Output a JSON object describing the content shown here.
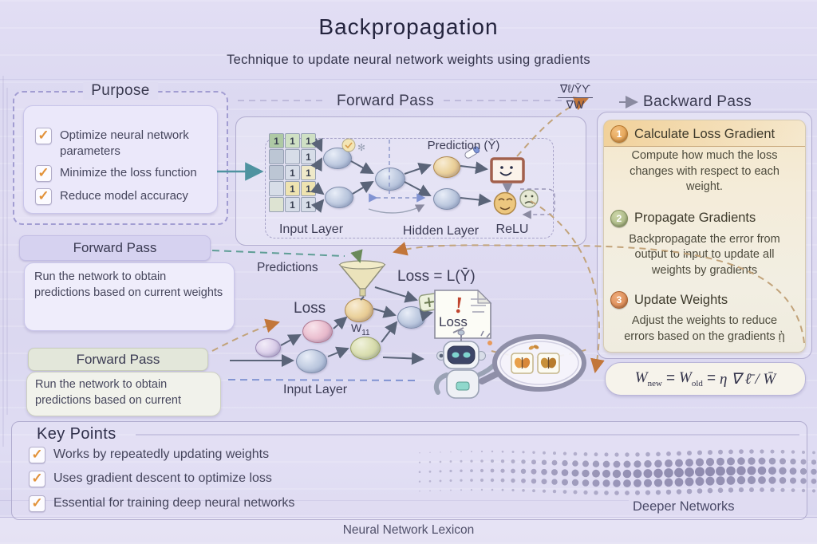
{
  "title": "Backpropagation",
  "subtitle": "Technique to update neural network weights  using gradients",
  "purpose": {
    "title": "Purpose",
    "items": [
      "Optimize neural network parameters",
      "Minimize the loss function",
      "Reduce model accuracy"
    ]
  },
  "forward_boxes": [
    {
      "title": "Forward Pass",
      "body": "Run the network to obtain predictions based on current weights"
    },
    {
      "title": "Forward Pass",
      "body": "Run the network to obtain predictions based on current"
    }
  ],
  "forward_diagram": {
    "title": "Forward Pass",
    "prediction_label": "Prediction (Ȳ)",
    "input_layer_label": "Input Layer",
    "hidden_layer_label": "Hidden Layer",
    "relu_label": "ReLU",
    "matrix": [
      [
        "1",
        "1",
        "1"
      ],
      [
        "",
        "",
        "1"
      ],
      [
        "",
        "1",
        "1"
      ],
      [
        "",
        "1",
        "1"
      ],
      [
        "",
        "1",
        "1"
      ]
    ]
  },
  "loss_diagram": {
    "predictions_label": "Predictions",
    "loss_equation": "Loss = L(Ȳ)",
    "loss_label": "Loss",
    "weight_base": "W",
    "weight_sub": "11",
    "input_layer_label": "Input Layer",
    "loss_doc_title": "Loss"
  },
  "gradient_note": {
    "numerator": "∇ℓ/Ȳϒ",
    "denominator": "∇W"
  },
  "backward": {
    "title": "Backward Pass",
    "steps": [
      {
        "num": "1",
        "title": "Calculate Loss Gradient",
        "body": "Compute how much the loss changes with respect to each weight."
      },
      {
        "num": "2",
        "title": "Propagate Gradients",
        "body": "Backpropagate the error from output to input to update all weights by gradients"
      },
      {
        "num": "3",
        "title": "Update Weights",
        "body": "Adjust the weights to reduce errors based on the gradients ῂ"
      }
    ],
    "formula": {
      "w1": "W",
      "sub1": "new",
      "eq1": "=",
      "w2": "W",
      "sub2": "old",
      "eq2": "=",
      "tail": "η ∇ ℓ̄ / W̄"
    }
  },
  "key_points": {
    "title": "Key Points",
    "items": [
      "Works by repeatedly updating weights",
      "Uses gradient descent to optimize loss",
      "Essential for training deep neural networks"
    ]
  },
  "footer": {
    "watermark": "Deeper Networks",
    "caption": "Neural Network Lexicon"
  },
  "icons": {
    "check": "✓",
    "asterisk": "✻",
    "exclaim": "!"
  },
  "colors": {
    "background": "#dedaf2",
    "accent_orange": "#e09c4a",
    "panel_border": "#b1accf",
    "tan_dash": "#c2a37a",
    "teal_dash": "#5f9e96",
    "blue_dash": "#8193d2",
    "ink": "#3c3c55"
  }
}
